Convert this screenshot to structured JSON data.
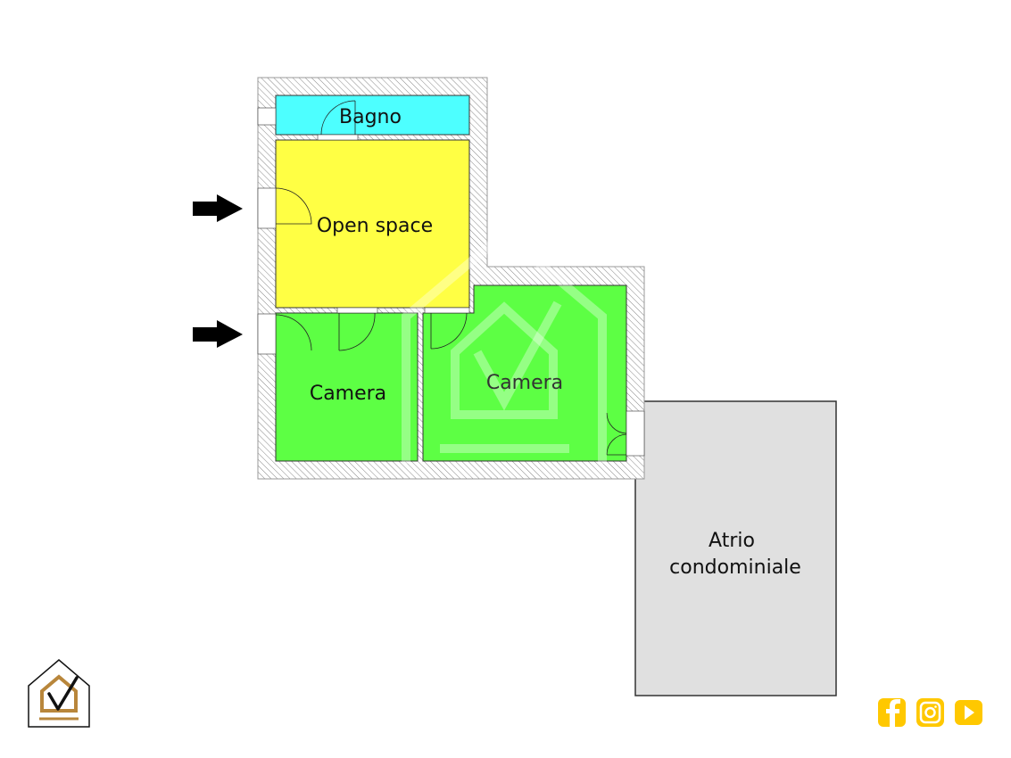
{
  "plan": {
    "rooms": [
      {
        "id": "bagno",
        "label": "Bagno",
        "color": "#4dffff"
      },
      {
        "id": "open-space",
        "label": "Open space",
        "color": "#ffff44"
      },
      {
        "id": "camera-1",
        "label": "Camera",
        "color": "#5dff44"
      },
      {
        "id": "camera-2",
        "label": "Camera",
        "color": "#5dff44"
      },
      {
        "id": "atrio",
        "label_line1": "Atrio",
        "label_line2": "condominiale",
        "color": "#e0e0e0"
      }
    ],
    "entrance_arrows": [
      "entrance-open-space",
      "entrance-camera"
    ],
    "wall_hatch_color": "#999999"
  },
  "branding": {
    "logo": "house-check-logo",
    "accent": "#b8863b",
    "social": [
      {
        "icon": "facebook-icon",
        "color": "#ffc800"
      },
      {
        "icon": "instagram-icon",
        "color": "#ffc800"
      },
      {
        "icon": "youtube-icon",
        "color": "#ffc800"
      }
    ]
  }
}
